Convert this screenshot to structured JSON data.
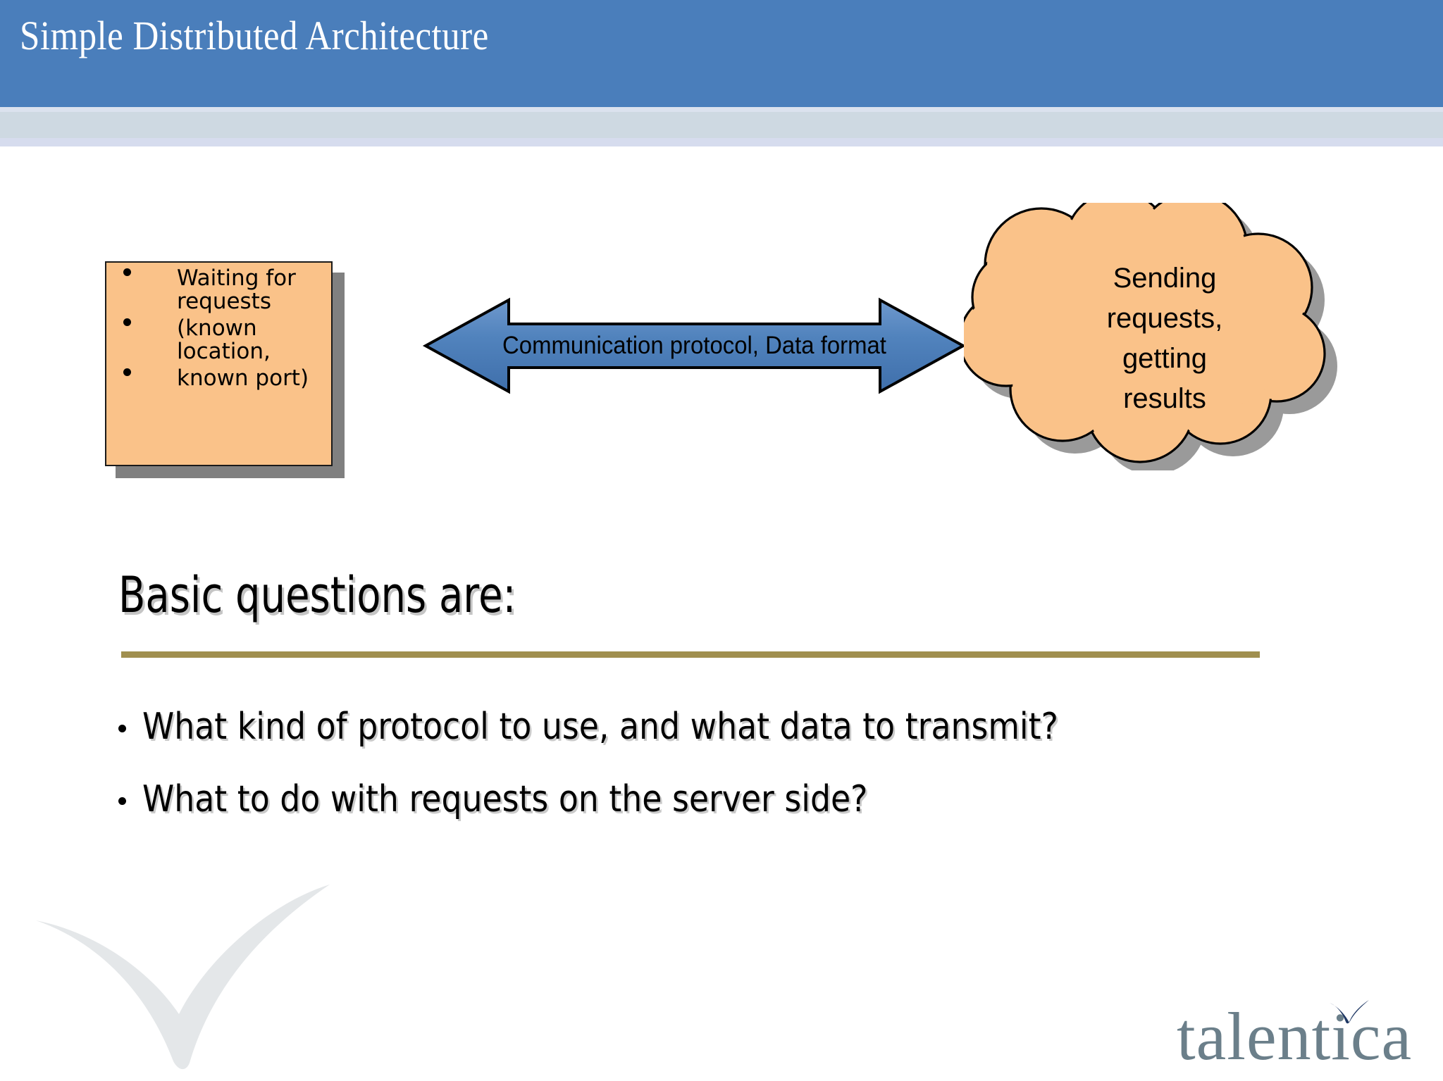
{
  "slide": {
    "title": "Simple Distributed Architecture",
    "title_band_color": "#4a7ebb",
    "subtitle_band_color": "#ced9e2",
    "background_color": "#ffffff"
  },
  "diagram": {
    "server_box": {
      "fill_color": "#fac289",
      "border_color": "#1a1a1a",
      "shadow_color": "#808080",
      "bullets": [
        "Waiting for requests",
        "(known location,",
        "known port)"
      ]
    },
    "arrow": {
      "label": "Communication protocol, Data format",
      "fill_color": "#4f81bd",
      "border_color": "#000000",
      "direction": "double"
    },
    "cloud": {
      "fill_color": "#fac289",
      "border_color": "#000000",
      "shadow_color": "#9a9a9a",
      "lines": [
        "Sending",
        "requests,",
        "getting",
        "results"
      ]
    }
  },
  "body": {
    "heading": "Basic questions are:",
    "rule_color": "#a08f4f",
    "bullets": [
      "What kind of protocol to use, and what data to transmit?",
      "What to do with requests on the server side?"
    ]
  },
  "branding": {
    "logo_text": "talentica",
    "logo_text_color": "#6b7f8a",
    "logo_tick_color": "#1f3864",
    "watermark_color": "#e4e7e9"
  }
}
